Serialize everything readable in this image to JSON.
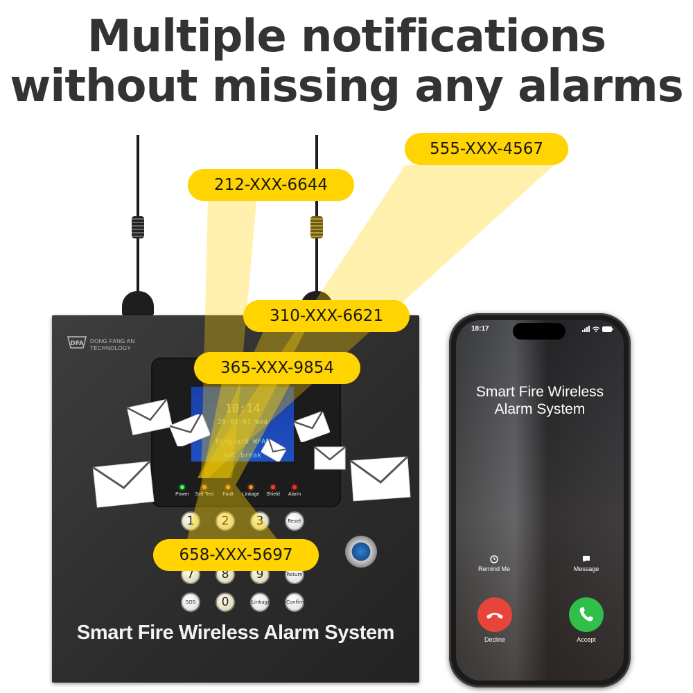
{
  "headline": {
    "line1": "Multiple notifications",
    "line2": "without missing any alarms"
  },
  "phone_numbers": [
    "555-XXX-4567",
    "212-XXX-6644",
    "310-XXX-6621",
    "365-XXX-9854",
    "658-XXX-5697"
  ],
  "device": {
    "brand_line1": "DONG FANG AN",
    "brand_line2": "TECHNOLOGY",
    "lcd": {
      "time": "10:14",
      "date": "20-01-01  Wed",
      "line3": "Ecoguard WFAS",
      "line4": "bat break"
    },
    "leds": [
      {
        "label": "Power",
        "color": "#3cff5a"
      },
      {
        "label": "Self Test",
        "color": "#ff8a1e"
      },
      {
        "label": "Fault",
        "color": "#ff8a1e"
      },
      {
        "label": "Linkage",
        "color": "#ff8a1e"
      },
      {
        "label": "Shield",
        "color": "#ff3b1e"
      },
      {
        "label": "Alarm",
        "color": "#ff2a1e"
      }
    ],
    "keys": {
      "k1": "1",
      "k2": "2",
      "k3": "3",
      "reset": "Reset",
      "k7": "7",
      "k8": "8",
      "k9": "9",
      "return": "Return",
      "sos": "SOS",
      "k0": "0",
      "linkage": "Linkage",
      "confirm": "Confirm"
    },
    "title": "Smart Fire Wireless Alarm System"
  },
  "phone": {
    "time": "18:17",
    "caller": "Smart Fire Wireless Alarm System",
    "remind": "Remind Me",
    "message": "Message",
    "decline": "Decline",
    "accept": "Accept"
  },
  "colors": {
    "accent": "#ffd400",
    "headline": "#333333",
    "decline": "#e8443a",
    "accept": "#2fbf4a"
  },
  "icons": [
    "envelope-icon",
    "phone-hangup-icon",
    "phone-accept-icon",
    "alarm-clock-icon",
    "message-bubble-icon",
    "signal-icon",
    "wifi-icon",
    "battery-icon"
  ]
}
